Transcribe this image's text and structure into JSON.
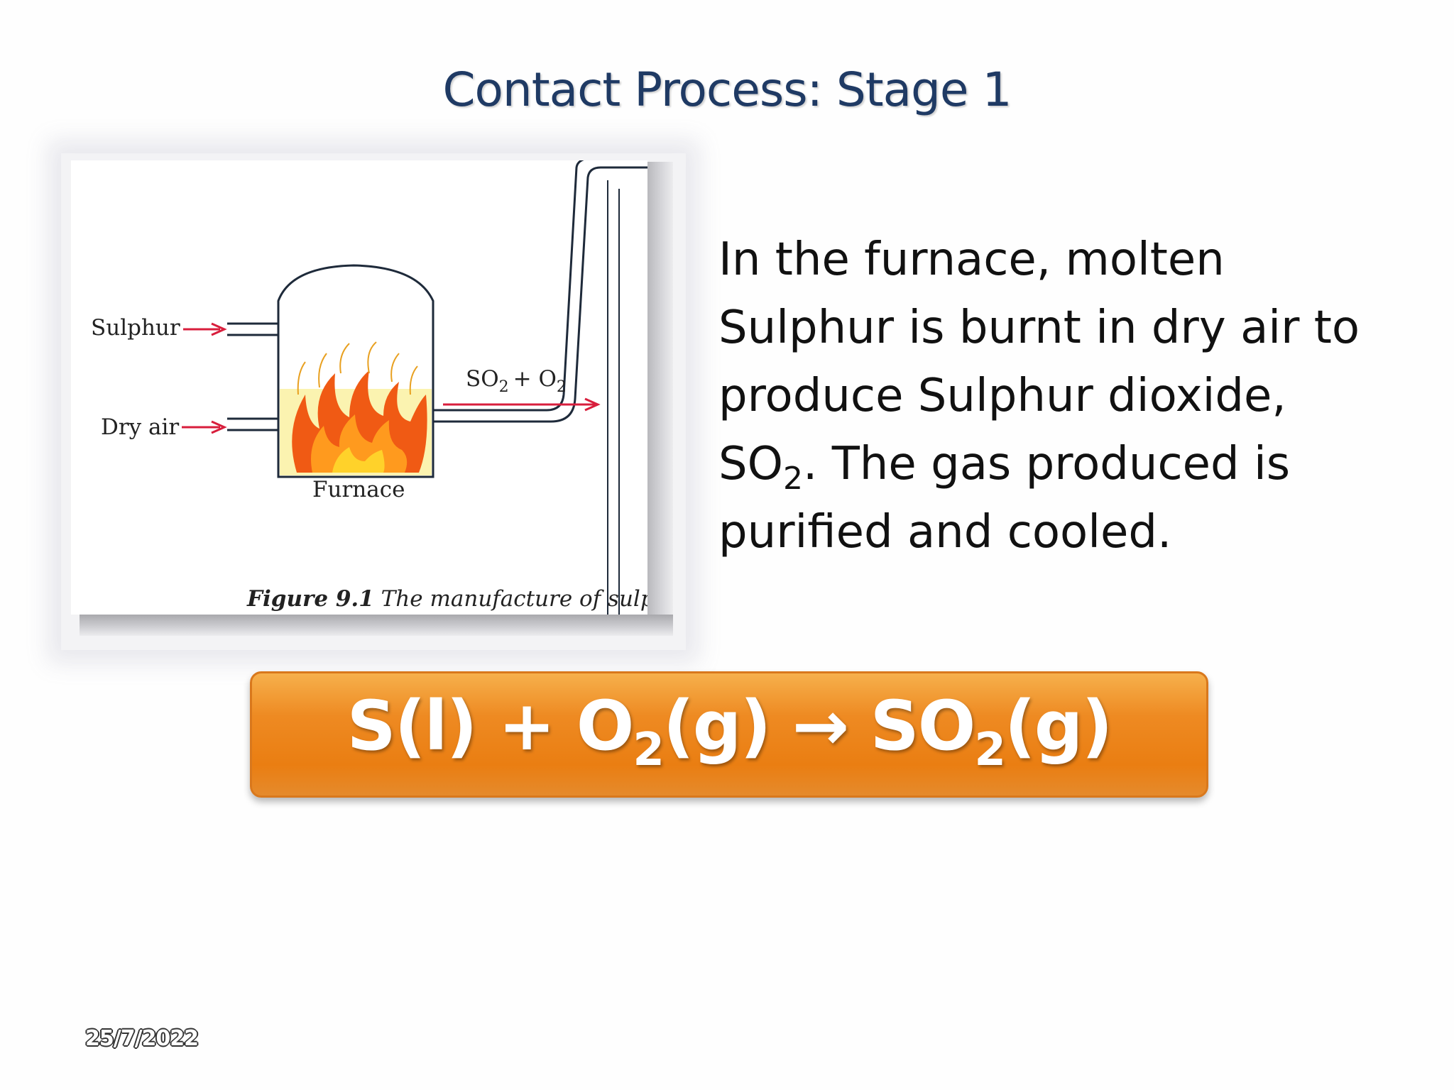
{
  "slide": {
    "title": "Contact Process: Stage 1",
    "date": "25/7/2022"
  },
  "figure": {
    "label_sulphur": "Sulphur",
    "label_dry_air": "Dry air",
    "label_furnace": "Furnace",
    "label_gas": "SO",
    "label_gas_sub1": "2",
    "label_plus": "+ O",
    "label_gas_sub2": "2",
    "caption_bold": "Figure 9.1",
    "caption_text": " The manufacture of sulph"
  },
  "body": {
    "line1": "In the furnace, molten",
    "line2": "Sulphur is burnt in dry air to",
    "line3": "produce Sulphur dioxide,",
    "line4a": "SO",
    "line4_sub": "2",
    "line4b": ". The gas produced is",
    "line5": "purified and cooled."
  },
  "equation": {
    "part1": "S(l) + O",
    "sub1": "2",
    "part2": "(g) → SO",
    "sub2": "2",
    "part3": "(g)"
  },
  "colors": {
    "title": "#1f3a64",
    "equation_box": "#ee8a22",
    "flame_outer": "#f05a14",
    "flame_inner": "#ffd22a",
    "furnace_fill": "#fbf3b0",
    "arrow": "#d81e3c"
  }
}
